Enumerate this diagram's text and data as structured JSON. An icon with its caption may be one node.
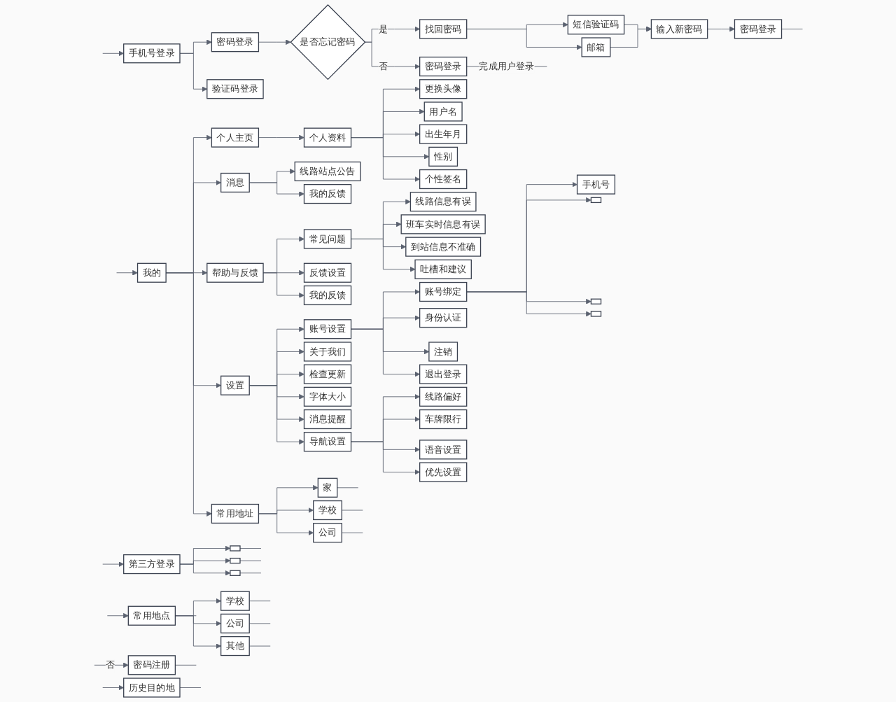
{
  "diagram": {
    "nodes": [
      {
        "text": [
          "密码注册"
        ]
      },
      {
        "text": [
          "手机号登录"
        ]
      },
      {
        "text": [
          "第三方登录"
        ]
      },
      {
        "text": [
          "密码登录"
        ]
      },
      {
        "text": [
          "验证码登录"
        ]
      },
      {
        "text": [],
        "shape": "box"
      },
      {
        "text": [],
        "shape": "box"
      },
      {
        "text": [],
        "shape": "box"
      },
      {
        "text": [
          "是否忘记密码"
        ]
      },
      {
        "text": [
          "找回密码"
        ]
      },
      {
        "text": [
          "短信验证码"
        ]
      },
      {
        "text": [
          "邮箱"
        ]
      },
      {
        "text": [
          "输入新密码"
        ]
      },
      {
        "text": [
          "密码登录"
        ]
      },
      {
        "text": [
          "密码登录"
        ]
      },
      {
        "text": [
          "常用地点"
        ]
      },
      {
        "text": [
          "学校"
        ]
      },
      {
        "text": [
          "公司"
        ]
      },
      {
        "text": [
          "其他"
        ]
      },
      {
        "text": [
          "历史目的地"
        ]
      },
      {
        "text": [
          "个人主页"
        ]
      },
      {
        "text": [
          "个人资料"
        ]
      },
      {
        "text": [
          "更换头像"
        ]
      },
      {
        "text": [
          "用户名"
        ]
      },
      {
        "text": [
          "出生年月"
        ]
      },
      {
        "text": [
          "性别"
        ]
      },
      {
        "text": [
          "个性签名"
        ]
      },
      {
        "text": [
          "消息"
        ]
      },
      {
        "text": [
          "线路站点公告"
        ]
      },
      {
        "text": [
          "我的反馈"
        ]
      },
      {
        "text": [
          "帮助与反馈"
        ]
      },
      {
        "text": [
          "常见问题"
        ]
      },
      {
        "text": [
          "线路信息有误"
        ]
      },
      {
        "text": [
          "班车实时信息有误"
        ]
      },
      {
        "text": [
          "到站信息不准确"
        ]
      },
      {
        "text": [
          "吐槽和建议"
        ]
      },
      {
        "text": [
          "反馈设置"
        ]
      },
      {
        "text": [
          "我的反馈"
        ]
      },
      {
        "text": [
          "我的"
        ]
      },
      {
        "text": [
          "设置"
        ]
      },
      {
        "text": [
          "账号设置"
        ]
      },
      {
        "text": [
          "账号绑定"
        ]
      },
      {
        "text": [
          "手机号"
        ]
      },
      {
        "text": [],
        "shape": "box"
      },
      {
        "text": [],
        "shape": "box"
      },
      {
        "text": [],
        "shape": "box"
      },
      {
        "text": [
          "身份认证"
        ]
      },
      {
        "text": [
          "注销"
        ]
      },
      {
        "text": [
          "退出登录"
        ]
      },
      {
        "text": [
          "关于我们"
        ]
      },
      {
        "text": [
          "检查更新"
        ]
      },
      {
        "text": [
          "字体大小"
        ]
      },
      {
        "text": [
          "消息提醒"
        ]
      },
      {
        "text": [
          "导航设置"
        ]
      },
      {
        "text": [
          "线路偏好"
        ]
      },
      {
        "text": [
          "车牌限行"
        ]
      },
      {
        "text": [
          "语音设置"
        ]
      },
      {
        "text": [
          "优先设置"
        ]
      },
      {
        "text": [
          "常用地址"
        ]
      },
      {
        "text": [
          "家"
        ]
      },
      {
        "text": [
          "学校"
        ]
      },
      {
        "text": [
          "公司"
        ]
      }
    ],
    "edges": [
      {
        "from": null,
        "to": 0,
        "arrow": "to",
        "label": "否"
      },
      {
        "from": 0,
        "to": null,
        "arrow": "none"
      },
      {
        "from": null,
        "to": 1,
        "arrow": "to"
      },
      {
        "from": null,
        "to": 2,
        "arrow": "to"
      },
      {
        "from": 1,
        "to": 3,
        "arrow": "to"
      },
      {
        "from": 1,
        "to": 4,
        "arrow": "to"
      },
      {
        "from": 2,
        "to": 5,
        "arrow": "to"
      },
      {
        "from": 2,
        "to": 6,
        "arrow": "to"
      },
      {
        "from": 2,
        "to": 7,
        "arrow": "to"
      },
      {
        "from": 3,
        "to": 8,
        "arrow": "to"
      },
      {
        "from": 8,
        "to": 9,
        "arrow": "to",
        "label": "是"
      },
      {
        "from": 8,
        "to": 14,
        "arrow": "to",
        "label": "否"
      },
      {
        "from": 9,
        "to": 10,
        "arrow": "to"
      },
      {
        "from": 9,
        "to": 11,
        "arrow": "to"
      },
      {
        "from": 10,
        "to": 12,
        "arrow": "to"
      },
      {
        "from": 11,
        "to": 12,
        "arrow": "to"
      },
      {
        "from": 12,
        "to": 13,
        "arrow": "to"
      },
      {
        "from": 5,
        "to": null,
        "arrow": "none"
      },
      {
        "from": 6,
        "to": null,
        "arrow": "none"
      },
      {
        "from": 7,
        "to": null,
        "arrow": "none"
      },
      {
        "from": 13,
        "to": null,
        "arrow": "none"
      },
      {
        "from": 14,
        "to": null,
        "arrow": "none",
        "label": "完成用户登录"
      },
      {
        "from": null,
        "to": 38,
        "arrow": "to"
      },
      {
        "from": null,
        "to": 15,
        "arrow": "to"
      },
      {
        "from": null,
        "to": 19,
        "arrow": "to"
      },
      {
        "from": 15,
        "to": null,
        "arrow": "none"
      },
      {
        "from": 15,
        "to": 16,
        "arrow": "to"
      },
      {
        "from": 15,
        "to": 17,
        "arrow": "to"
      },
      {
        "from": 15,
        "to": 18,
        "arrow": "to"
      },
      {
        "from": 16,
        "to": null,
        "arrow": "none"
      },
      {
        "from": 17,
        "to": null,
        "arrow": "none"
      },
      {
        "from": 18,
        "to": null,
        "arrow": "none"
      },
      {
        "from": 19,
        "to": null,
        "arrow": "none"
      },
      {
        "from": 38,
        "to": 20,
        "arrow": "to"
      },
      {
        "from": 38,
        "to": 27,
        "arrow": "to"
      },
      {
        "from": 38,
        "to": 30,
        "arrow": "to"
      },
      {
        "from": 38,
        "to": 39,
        "arrow": "to"
      },
      {
        "from": 38,
        "to": 58,
        "arrow": "to"
      },
      {
        "from": 20,
        "to": 21,
        "arrow": "to"
      },
      {
        "from": 21,
        "to": 22,
        "arrow": "to"
      },
      {
        "from": 21,
        "to": 23,
        "arrow": "to"
      },
      {
        "from": 21,
        "to": 24,
        "arrow": "to"
      },
      {
        "from": 21,
        "to": 25,
        "arrow": "to"
      },
      {
        "from": 21,
        "to": 26,
        "arrow": "to"
      },
      {
        "from": 27,
        "to": 28,
        "arrow": "to"
      },
      {
        "from": 27,
        "to": 29,
        "arrow": "to"
      },
      {
        "from": 30,
        "to": 31,
        "arrow": "to"
      },
      {
        "from": 30,
        "to": 36,
        "arrow": "to"
      },
      {
        "from": 30,
        "to": 37,
        "arrow": "to"
      },
      {
        "from": 31,
        "to": 32,
        "arrow": "to"
      },
      {
        "from": 31,
        "to": 33,
        "arrow": "to"
      },
      {
        "from": 31,
        "to": 34,
        "arrow": "to"
      },
      {
        "from": 31,
        "to": 35,
        "arrow": "to"
      },
      {
        "from": 39,
        "to": 40,
        "arrow": "to"
      },
      {
        "from": 39,
        "to": 49,
        "arrow": "to"
      },
      {
        "from": 39,
        "to": 50,
        "arrow": "to"
      },
      {
        "from": 39,
        "to": 51,
        "arrow": "to"
      },
      {
        "from": 39,
        "to": 52,
        "arrow": "to"
      },
      {
        "from": 39,
        "to": 53,
        "arrow": "to"
      },
      {
        "from": 40,
        "to": 41,
        "arrow": "to"
      },
      {
        "from": 40,
        "to": 46,
        "arrow": "to"
      },
      {
        "from": 40,
        "to": 47,
        "arrow": "to"
      },
      {
        "from": 40,
        "to": 48,
        "arrow": "to"
      },
      {
        "from": 41,
        "to": 42,
        "arrow": "to"
      },
      {
        "from": 41,
        "to": 43,
        "arrow": "to"
      },
      {
        "from": 41,
        "to": 44,
        "arrow": "to"
      },
      {
        "from": 41,
        "to": 45,
        "arrow": "to"
      },
      {
        "from": 53,
        "to": 54,
        "arrow": "to"
      },
      {
        "from": 53,
        "to": 55,
        "arrow": "to"
      },
      {
        "from": 53,
        "to": 56,
        "arrow": "to"
      },
      {
        "from": 53,
        "to": 57,
        "arrow": "to"
      },
      {
        "from": 58,
        "to": 59,
        "arrow": "to"
      },
      {
        "from": 58,
        "to": 60,
        "arrow": "to"
      },
      {
        "from": 58,
        "to": 61,
        "arrow": "to"
      },
      {
        "from": 59,
        "to": null,
        "arrow": "none"
      },
      {
        "from": 60,
        "to": null,
        "arrow": "none"
      },
      {
        "from": 61,
        "to": null,
        "arrow": "none"
      }
    ]
  }
}
